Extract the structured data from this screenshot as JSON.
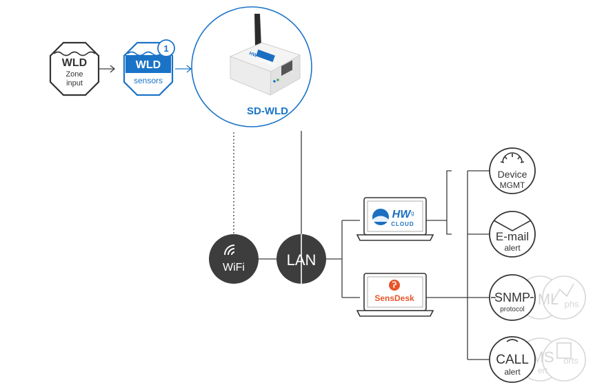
{
  "colors": {
    "accent": "#1a73c7",
    "dark_node": "#3d3d3d",
    "line": "#3a3a3a",
    "ghost": "#d6d6d6",
    "hwg_blue": "#1b6fc1",
    "sensdesk_orange": "#e8552a"
  },
  "zone_input": {
    "title": "WLD",
    "line1": "Zone",
    "line2": "input"
  },
  "sensors": {
    "title": "WLD",
    "subtitle": "sensors",
    "badge": "1"
  },
  "device": {
    "name": "SD-WLD",
    "case_brand": "HW",
    "case_model": "SD-WLD"
  },
  "connections": {
    "wifi": "WiFi",
    "lan": "LAN"
  },
  "laptops": {
    "hwg_cloud": {
      "logo": "HW",
      "logo_sub": "g",
      "caption": "CLOUD"
    },
    "sensdesk": {
      "logo": "SensDesk"
    }
  },
  "services": [
    {
      "line1": "Device",
      "line2": "MGMT",
      "icon": "gear-icon"
    },
    {
      "line1": "E-mail",
      "line2": "alert",
      "icon": "envelope-icon"
    },
    {
      "line1": "SNMP",
      "line2": "protocol",
      "icon": "snmp-icon"
    },
    {
      "line1": "CALL",
      "line2": "alert",
      "icon": "phone-icon"
    }
  ],
  "ghost_services": [
    {
      "text": "ML"
    },
    {
      "text": "phs"
    },
    {
      "text": "MS"
    },
    {
      "text": "ert"
    },
    {
      "text": "orts"
    }
  ]
}
